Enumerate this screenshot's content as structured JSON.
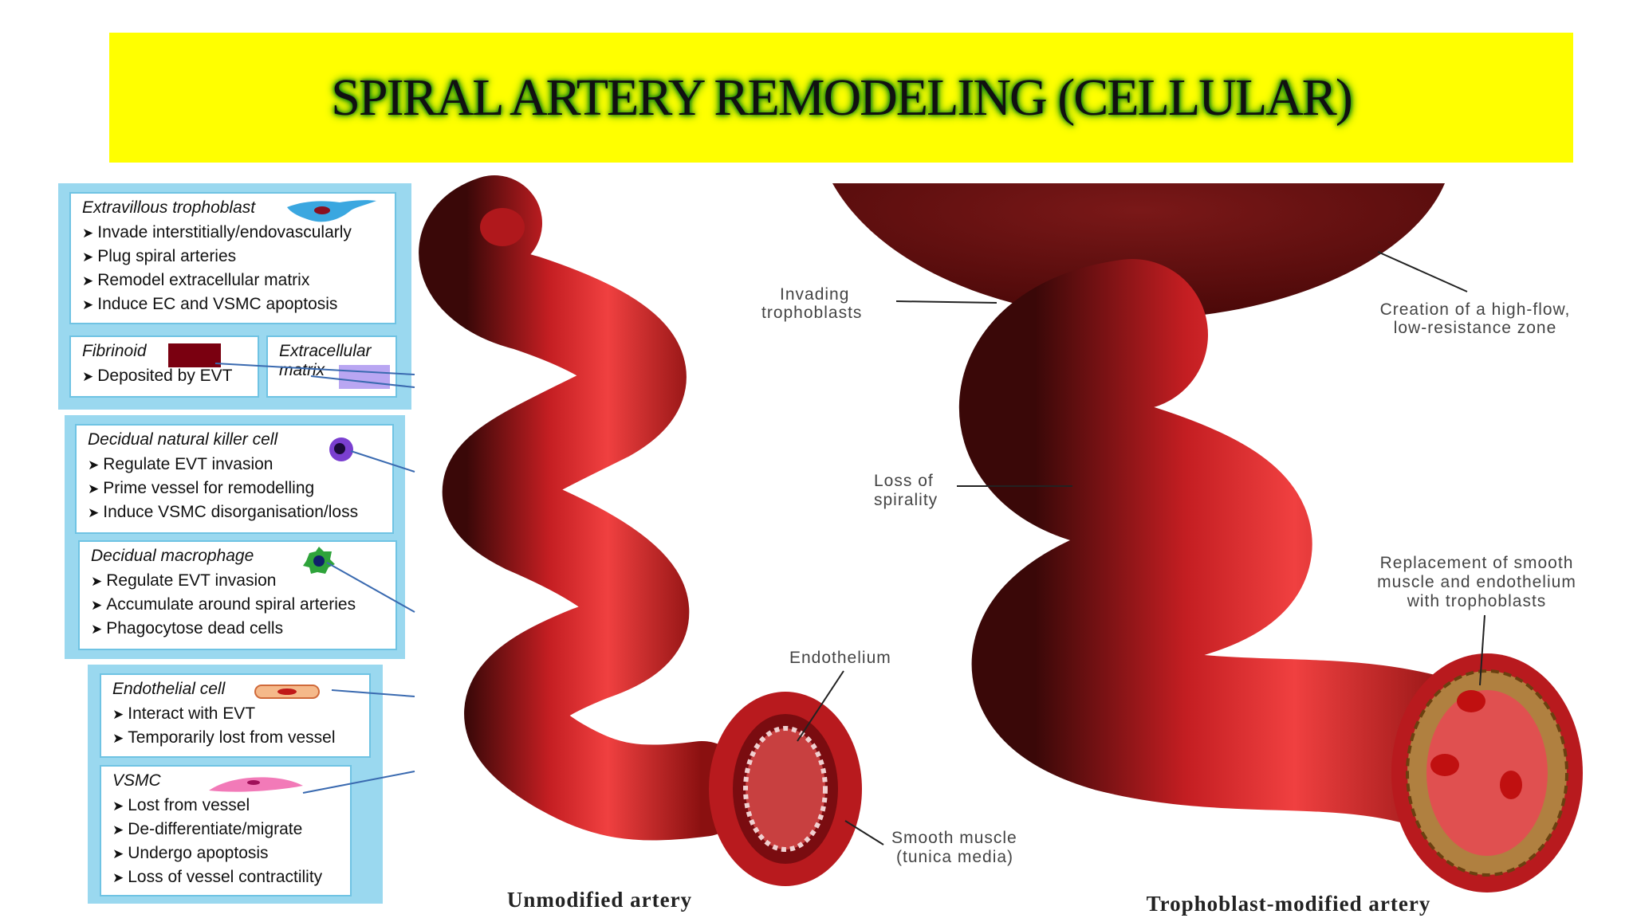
{
  "title": "SPIRAL ARTERY REMODELING (CELLULAR)",
  "colors": {
    "banner": "#ffff00",
    "panel": "#9ad8ef",
    "artery": "#d8262a",
    "fibrinoid": "#7a0010",
    "matrix": "#b9a6f2"
  },
  "legend": {
    "evt": {
      "heading": "Extravillous trophoblast",
      "items": [
        "Invade interstitially/endovascularly",
        "Plug spiral arteries",
        "Remodel extracellular matrix",
        "Induce EC and VSMC apoptosis"
      ]
    },
    "fibrinoid": {
      "heading": "Fibrinoid",
      "items": [
        "Deposited by EVT"
      ]
    },
    "ecm": {
      "heading_line1": "Extracellular",
      "heading_line2": "matrix"
    },
    "dnk": {
      "heading": "Decidual natural killer cell",
      "items": [
        "Regulate EVT invasion",
        "Prime vessel for remodelling",
        "Induce VSMC disorganisation/loss"
      ]
    },
    "macrophage": {
      "heading": "Decidual macrophage",
      "items": [
        "Regulate EVT invasion",
        "Accumulate around spiral arteries",
        "Phagocytose dead cells"
      ]
    },
    "endothelial": {
      "heading": "Endothelial cell",
      "items": [
        "Interact with EVT",
        "Temporarily lost from vessel"
      ]
    },
    "vsmc": {
      "heading": "VSMC",
      "items": [
        "Lost from vessel",
        "De-differentiate/migrate",
        "Undergo apoptosis",
        "Loss of vessel contractility"
      ]
    }
  },
  "diagram_labels": {
    "invading_1": "Invading",
    "invading_2": "trophoblasts",
    "highflow_1": "Creation of a high-flow,",
    "highflow_2": "low-resistance zone",
    "spirality_1": "Loss of",
    "spirality_2": "spirality",
    "replacement_1": "Replacement of smooth",
    "replacement_2": "muscle and endothelium",
    "replacement_3": "with trophoblasts",
    "endothelium": "Endothelium",
    "smooth_1": "Smooth muscle",
    "smooth_2": "(tunica media)",
    "unmodified": "Unmodified artery",
    "modified": "Trophoblast-modified artery"
  }
}
